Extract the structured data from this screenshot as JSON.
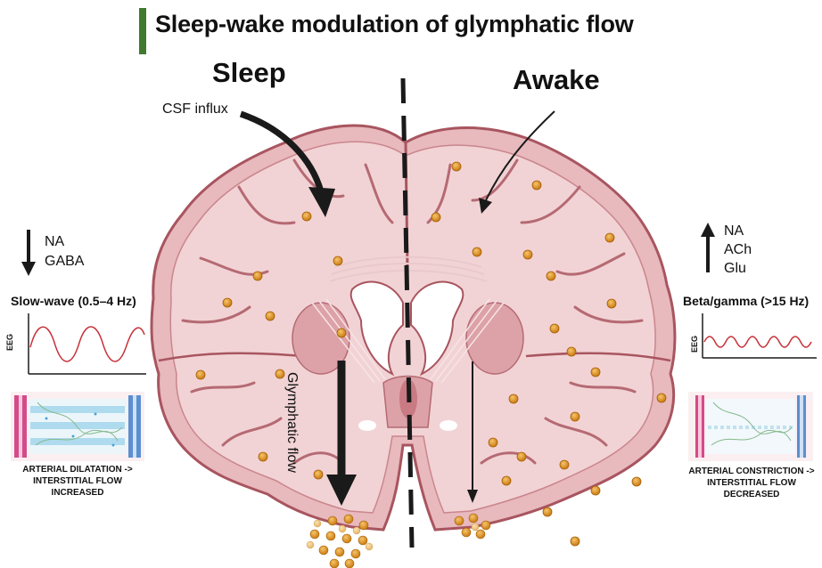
{
  "title": "Sleep-wake modulation of glymphatic flow",
  "sleep_label": "Sleep",
  "awake_label": "Awake",
  "csf_label": "CSF influx",
  "glymphatic_label": "Glymphatic flow",
  "left_panel": {
    "neuro_lines": [
      "NA",
      "GABA"
    ],
    "arrow_direction": "down",
    "wave_title": "Slow-wave (0.5–4 Hz)",
    "eeg_label": "EEG",
    "caption_lines": [
      "ARTERIAL DILATATION ->",
      "INTERSTITIAL FLOW",
      "INCREASED"
    ]
  },
  "right_panel": {
    "neuro_lines": [
      "NA",
      "ACh",
      "Glu"
    ],
    "arrow_direction": "up",
    "wave_title": "Beta/gamma (>15 Hz)",
    "eeg_label": "EEG",
    "caption_lines": [
      "ARTERIAL CONSTRICTION ->",
      "INTERSTITIAL FLOW",
      "DECREASED"
    ]
  },
  "colors": {
    "title_accent": "#3f7a2f",
    "brain_fill": "#e8b9bd",
    "brain_outline": "#a8555f",
    "brain_inner": "#f2d3d5",
    "dots": "#d98c18",
    "eeg_wave": "#c8323a",
    "arrow": "#1a1a1a"
  }
}
